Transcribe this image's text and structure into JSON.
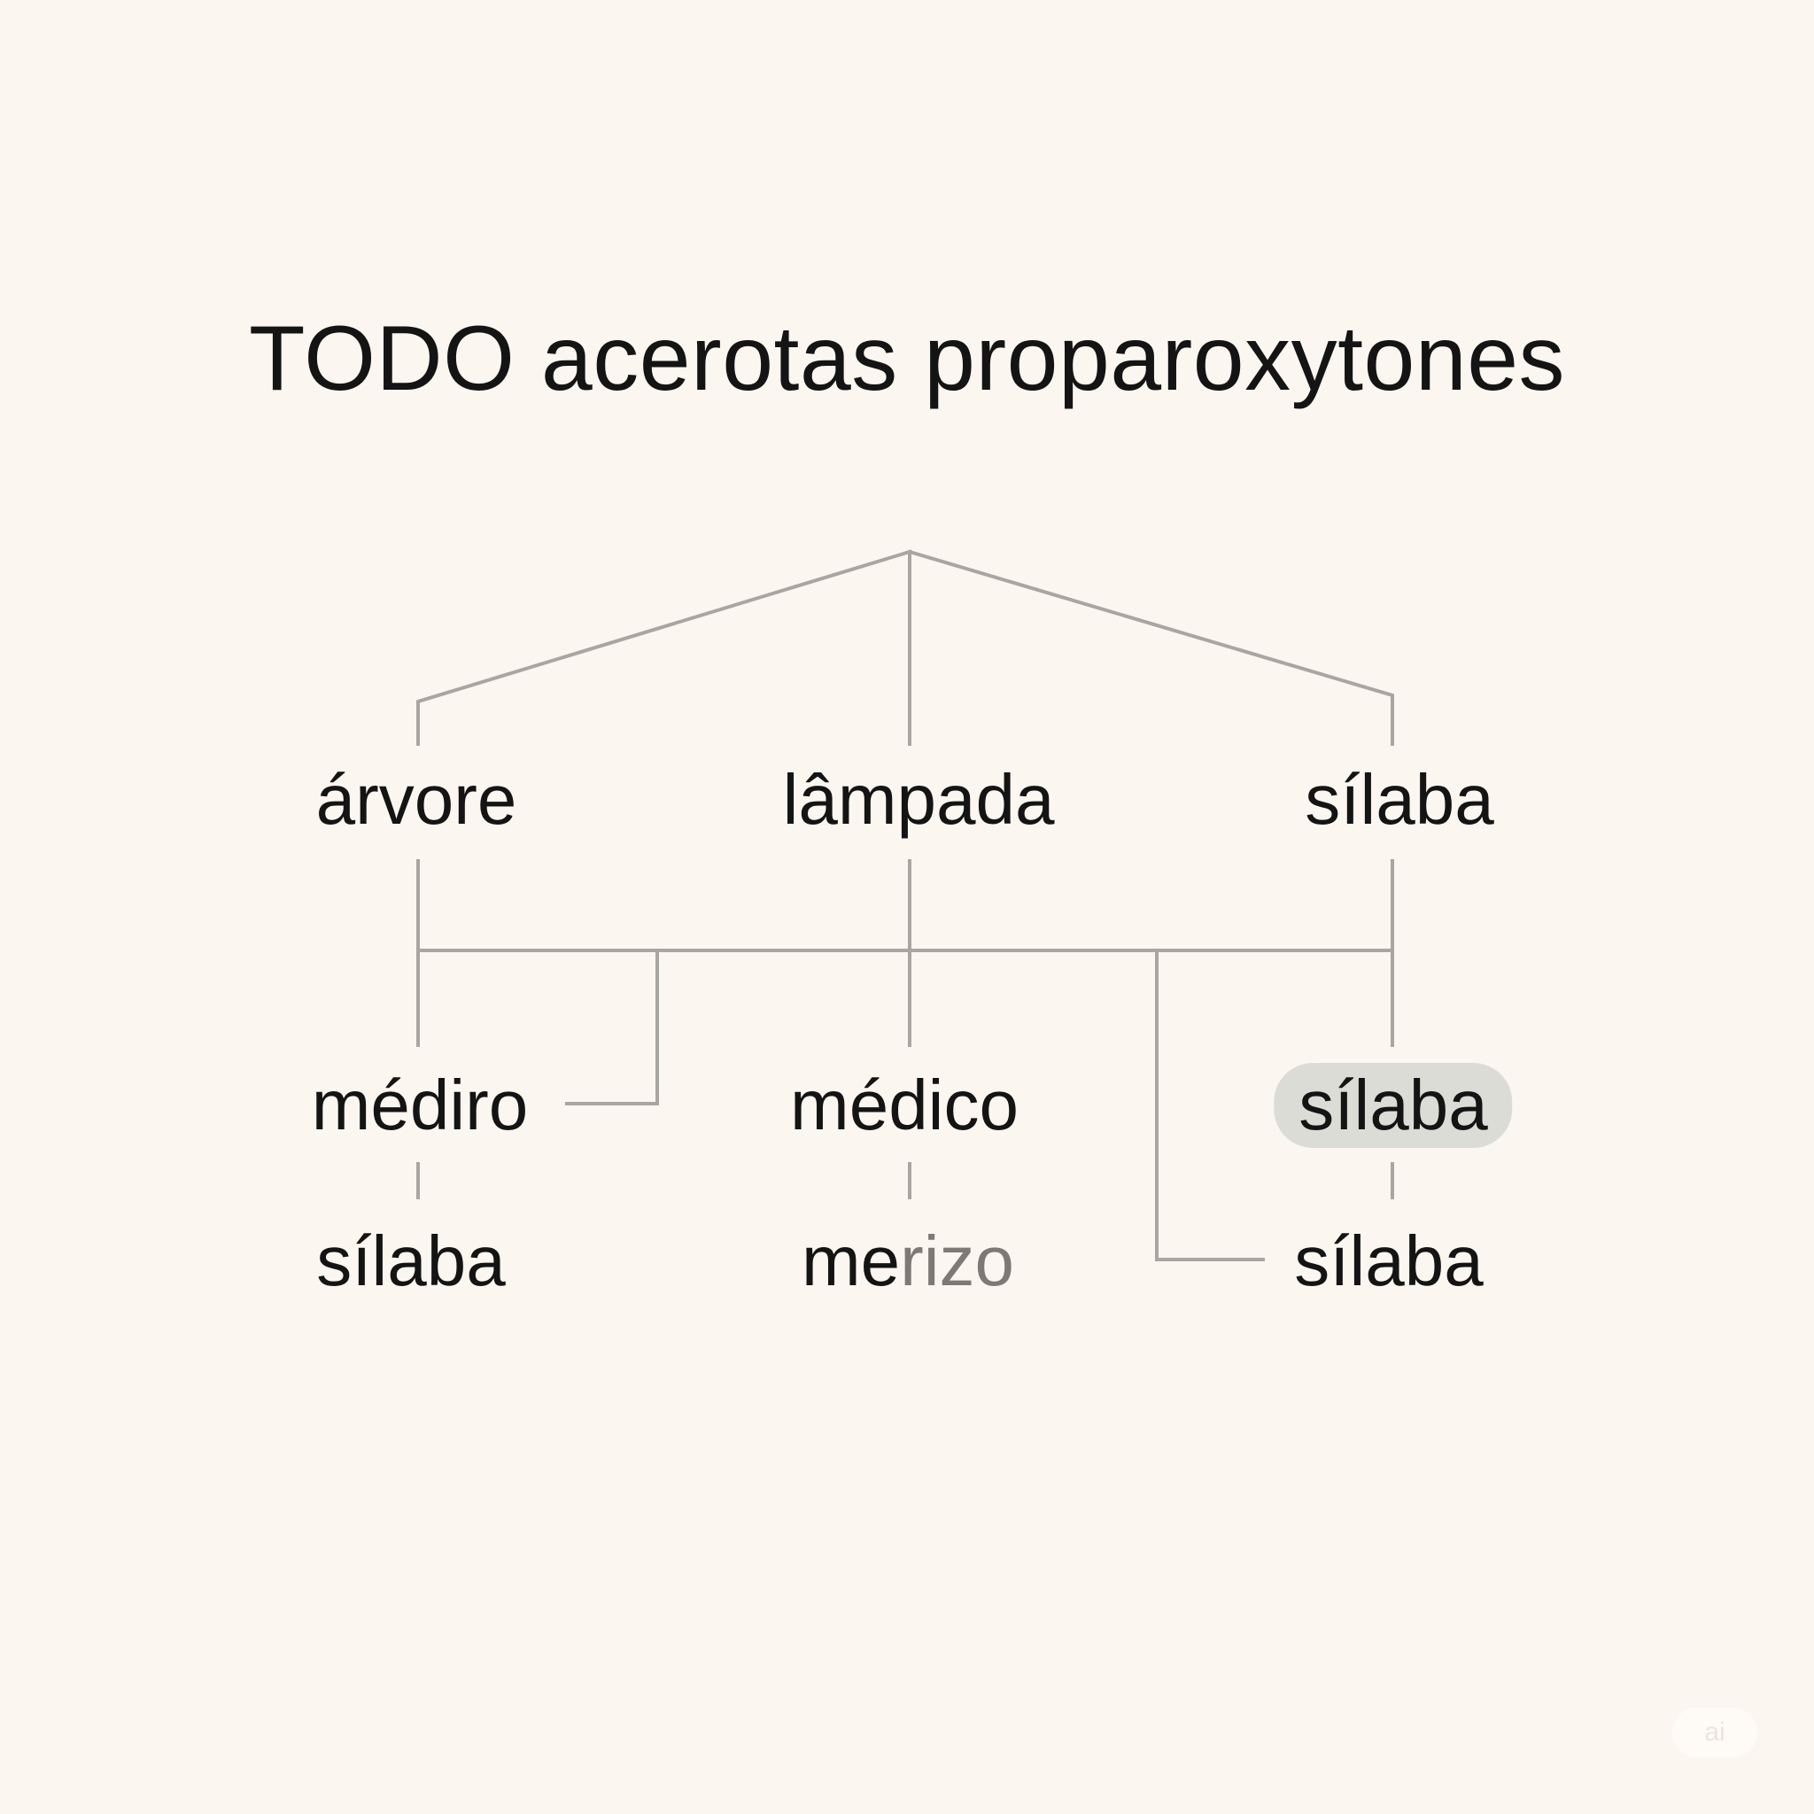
{
  "title": "TODO acerotas proparoxytones",
  "tree": {
    "level1": [
      "árvore",
      "lâmpada",
      "sílaba"
    ],
    "level2": [
      "médiro",
      "médico",
      "sílaba"
    ],
    "level3": [
      "sílaba",
      "merizo",
      "sílaba"
    ],
    "level3_middle_parts": [
      "me",
      "rizo"
    ]
  },
  "colors": {
    "background": "#fcf6f0",
    "text": "#141414",
    "line": "#a9a6a1",
    "highlight": "#dcdcd6",
    "faded_text": "#7d7a76"
  },
  "watermark": "ai"
}
